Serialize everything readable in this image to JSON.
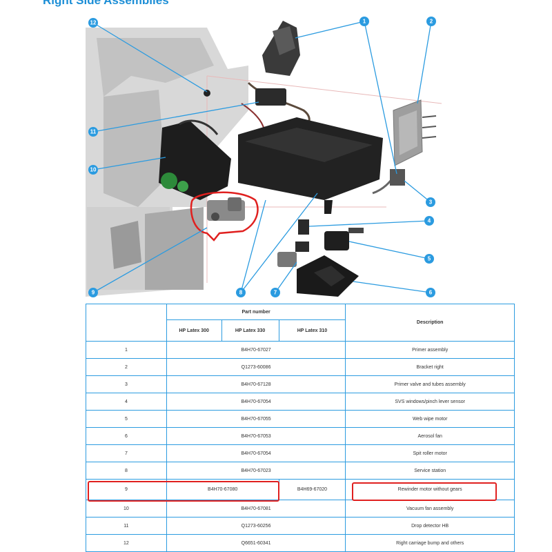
{
  "heading": "Right Side Assemblies",
  "callouts": [
    "1",
    "2",
    "3",
    "4",
    "5",
    "6",
    "7",
    "8",
    "9",
    "10",
    "11",
    "12"
  ],
  "table": {
    "header": {
      "part_number": "Part number",
      "description": "Description",
      "models": [
        "HP Latex 300",
        "HP Latex 330",
        "HP Latex 310"
      ]
    },
    "rows": [
      {
        "num": "1",
        "part": "B4H70-67027",
        "desc": "Primer assembly"
      },
      {
        "num": "2",
        "part": "Q1273-60086",
        "desc": "Bracket right"
      },
      {
        "num": "3",
        "part": "B4H70-67128",
        "desc": "Primer valve and tubes assembly"
      },
      {
        "num": "4",
        "part": "B4H70-67054",
        "desc": "SVS windows/pinch lever sensor"
      },
      {
        "num": "5",
        "part": "B4H70-67055",
        "desc": "Web wipe motor"
      },
      {
        "num": "6",
        "part": "B4H70-67053",
        "desc": "Aerosol fan"
      },
      {
        "num": "7",
        "part": "B4H70-67054",
        "desc": "Spit roller motor"
      },
      {
        "num": "8",
        "part": "B4H70-67023",
        "desc": "Service station"
      },
      {
        "num": "9",
        "part": "B4H70-67080",
        "part_alt": "B4H69-67020",
        "desc": "Rewinder motor without gears"
      },
      {
        "num": "10",
        "part": "B4H70-67081",
        "desc": "Vacuum fan assembly"
      },
      {
        "num": "11",
        "part": "Q1273-60256",
        "desc": "Drop detector HB"
      },
      {
        "num": "12",
        "part": "Q6651-60341",
        "desc": "Right carriage bump and others"
      }
    ]
  }
}
